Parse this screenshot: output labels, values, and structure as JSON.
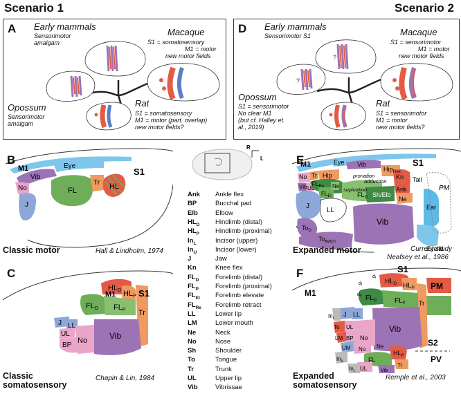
{
  "scenarios": {
    "left": "Scenario 1",
    "right": "Scenario 2"
  },
  "panelA": {
    "label": "A",
    "early_title": "Early mammals",
    "early_desc": "Sensorimotor amalgam",
    "macaque_title": "Macaque",
    "macaque_desc1": "S1 = somatosensory",
    "macaque_desc2": "M1 = motor",
    "macaque_desc3": "new motor fields",
    "opossum_title": "Opossum",
    "opossum_desc1": "Sensorimotor",
    "opossum_desc2": "amalgam",
    "rat_title": "Rat",
    "rat_desc1": "S1 = somatosensory",
    "rat_desc2": "M1 = motor (part. overlap)",
    "rat_desc3": "new motor fields?"
  },
  "panelD": {
    "label": "D",
    "early_title": "Early mammals",
    "early_desc": "Sensorimotor S1",
    "macaque_title": "Macaque",
    "macaque_desc1": "S1 = sensorimotor",
    "macaque_desc2": "M1 = motor",
    "macaque_desc3": "new motor fields",
    "opossum_title": "Opossum",
    "opossum_desc1": "S1 = sensorimotor",
    "opossum_desc2": "No clear M1",
    "opossum_desc3": "(but cf. Halley et.",
    "opossum_desc4": "al., 2019)",
    "rat_title": "Rat",
    "rat_desc1": "S1 = sensorimotor",
    "rat_desc2": "M1 = motor",
    "rat_desc3": "new motor fields?",
    "qmark": "?"
  },
  "panelB": {
    "label": "B",
    "M1": "M1",
    "S1": "S1",
    "Eye": "Eye",
    "Vib": "Vib",
    "No": "No",
    "J": "J",
    "FL": "FL",
    "Tr": "Tr",
    "HL": "HL",
    "caption": "Classic motor",
    "citation": "Hall & Lindholm, 1974"
  },
  "panelC": {
    "label": "C",
    "M1": "M1",
    "S1": "S1",
    "HLD": "HL",
    "HLD_sub": "D",
    "HLP": "HL",
    "HLP_sub": "P",
    "FLD": "FL",
    "FLD_sub": "D",
    "FLP": "FL",
    "FLP_sub": "P",
    "Tr": "Tr",
    "J": "J",
    "LL": "LL",
    "UL": "UL",
    "BP": "BP",
    "No": "No",
    "Vib": "Vib",
    "caption1": "Classic",
    "caption2": "somatosensory",
    "citation": "Chapin & Lin, 1984"
  },
  "panelE": {
    "label": "E",
    "M1": "M1",
    "S1": "S1",
    "Eye": "Eye",
    "Vib": "Vib",
    "No": "No",
    "Tr": "Tr",
    "Hip": "Hip",
    "HipFlex": "Flex",
    "Kn": "Kn",
    "Ank": "Ank",
    "Tail": "Tail",
    "pronation": "pronation",
    "adduction": "adduction",
    "supination": "supination",
    "FLRe": "FL",
    "FLRe_sub": "Re",
    "FLEl": "FL",
    "FLEl_sub": "El",
    "FLD": "FL",
    "FLD_sub": "D",
    "ShElb": "Sh/Elb",
    "Ne": "Ne",
    "UL": "UL",
    "J": "J",
    "ToD": "To",
    "ToD_sub": "D",
    "LL": "LL",
    "ToTwitch": "To",
    "ToTwitch_sub": "twitch",
    "VibBig": "Vib",
    "Ear": "Ear",
    "Eyelid": "Eyelid",
    "PM": "PM",
    "Vib2": "Vib",
    "Fl": "Fl",
    "caption": "Expanded motor",
    "citation1": "Current study",
    "citation2": "Neafsey et al., 1986"
  },
  "panelF": {
    "label": "F",
    "M1": "M1",
    "S1": "S1",
    "PM": "PM",
    "S2": "S2",
    "PV": "PV",
    "HLD": "HL",
    "HLD_sub": "D",
    "HLP": "HL",
    "HLP_sub": "P",
    "FLD": "FL",
    "FLD_sub": "D",
    "FLP": "FL",
    "FLP_sub": "P",
    "Tr": "Tr",
    "dl": "d",
    "dl_sub": "l",
    "dt": "d",
    "dt_sub": "t",
    "dn": "d",
    "dn_sub": "n",
    "J": "J",
    "LL": "LL",
    "InL": "In",
    "InL_sub": "L",
    "To": "To",
    "UL": "UL",
    "BP": "BP",
    "LM": "LM",
    "UM": "UM",
    "No": "No",
    "InU": "In",
    "InU_sub": "U",
    "Vib": "Vib",
    "Ne": "Ne",
    "FL2": "FL",
    "HL2": "HL",
    "HL2_sub": "P",
    "Tr2": "Tr",
    "InL2": "In",
    "InL2_sub": "L",
    "Vib2": "Vib",
    "UL2": "UL",
    "caption1": "Expanded",
    "caption2": "somatosensory",
    "citation": "Remple et al., 2003"
  },
  "orientation": {
    "R": "R",
    "L": "L"
  },
  "legend": [
    {
      "abbr": "Ank",
      "sub": "",
      "full": "Ankle flex"
    },
    {
      "abbr": "BP",
      "sub": "",
      "full": "Bucchal pad"
    },
    {
      "abbr": "Elb",
      "sub": "",
      "full": "Elbow"
    },
    {
      "abbr": "HL",
      "sub": "D",
      "full": "Hindlimb (distal)"
    },
    {
      "abbr": "HL",
      "sub": "P",
      "full": "Hindlimb (proximal)"
    },
    {
      "abbr": "In",
      "sub": "L",
      "full": "Incisor (upper)"
    },
    {
      "abbr": "In",
      "sub": "U",
      "full": "Incisor (lower)"
    },
    {
      "abbr": "J",
      "sub": "",
      "full": "Jaw"
    },
    {
      "abbr": "Kn",
      "sub": "",
      "full": "Knee flex"
    },
    {
      "abbr": "FL",
      "sub": "D",
      "full": "Forelimb (distal)"
    },
    {
      "abbr": "FL",
      "sub": "P",
      "full": "Forelimb (proximal)"
    },
    {
      "abbr": "FL",
      "sub": "El",
      "full": "Forelimb elevate"
    },
    {
      "abbr": "FL",
      "sub": "Re",
      "full": "Forelimb retract"
    },
    {
      "abbr": "LL",
      "sub": "",
      "full": "Lower lip"
    },
    {
      "abbr": "LM",
      "sub": "",
      "full": "Lower mouth"
    },
    {
      "abbr": "Ne",
      "sub": "",
      "full": "Neck"
    },
    {
      "abbr": "No",
      "sub": "",
      "full": "Nose"
    },
    {
      "abbr": "Sh",
      "sub": "",
      "full": "Shoulder"
    },
    {
      "abbr": "To",
      "sub": "",
      "full": "Tongue"
    },
    {
      "abbr": "Tr",
      "sub": "",
      "full": "Trunk"
    },
    {
      "abbr": "UL",
      "sub": "",
      "full": "Upper lip"
    },
    {
      "abbr": "Vib",
      "sub": "",
      "full": "Vibrissae"
    }
  ],
  "colors": {
    "blue_light": "#7fc6ec",
    "purple": "#9c73b5",
    "pink": "#e9a6c9",
    "jaw_blue": "#8da7d8",
    "green": "#6fae59",
    "orange": "#ef9a61",
    "red": "#e35b45",
    "teal": "#5db9e6",
    "dark_green": "#3f8a44",
    "grey": "#aaaaaa"
  }
}
